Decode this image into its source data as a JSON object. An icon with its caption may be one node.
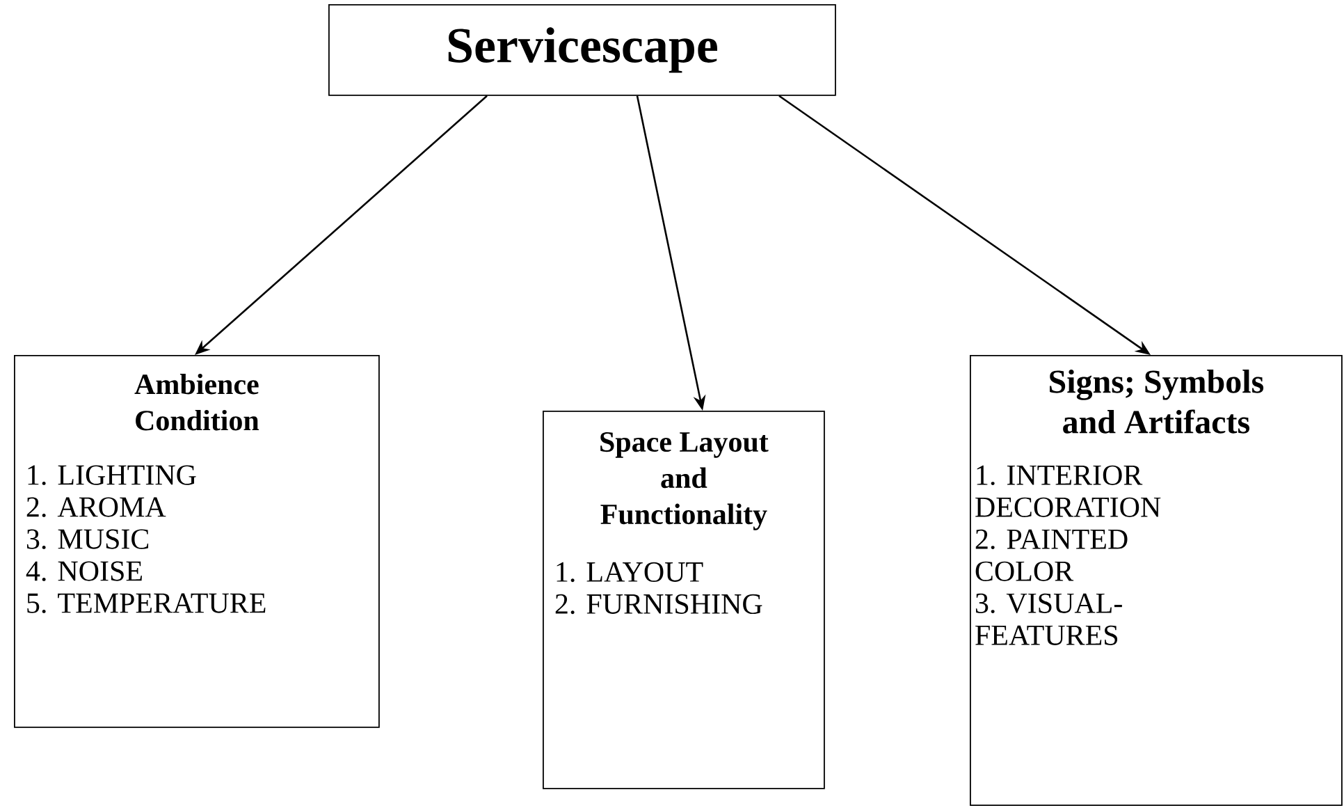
{
  "diagram": {
    "nodes": [
      {
        "text": [
          "Servicescape"
        ]
      },
      {
        "text": [
          "Ambience Condition",
          "1. LIGHTING",
          "2. AROMA",
          "3. MUSIC",
          "4. NOISE",
          "5. TEMPERATURE"
        ]
      },
      {
        "text": [
          "Space Layout and Functionality",
          "1. LAYOUT",
          "2. FURNISHING"
        ]
      },
      {
        "text": [
          "Signs; Symbols and Artifacts",
          "1. INTERIOR DECORATION",
          "2. PAINTED COLOR",
          "3. VISUAL-FEATURES"
        ]
      }
    ],
    "edges": [
      {
        "from": 0,
        "to": 1,
        "arrow": "to"
      },
      {
        "from": 0,
        "to": 2,
        "arrow": "to"
      },
      {
        "from": 0,
        "to": 3,
        "arrow": "to"
      }
    ]
  }
}
